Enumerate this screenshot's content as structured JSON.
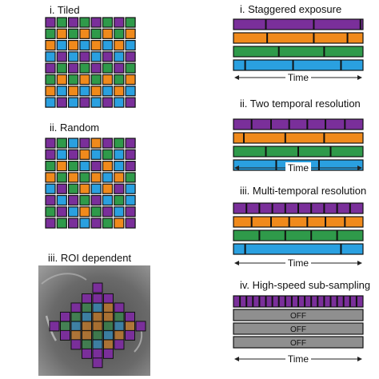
{
  "palette": {
    "purple": "#7a2f9a",
    "green": "#2f9a4a",
    "orange": "#f08a1c",
    "blue": "#2aa0e0",
    "gray": "#8f8f8f",
    "cell_border": "#111111"
  },
  "panels": {
    "tiled": {
      "label": "i. Tiled",
      "rows": [
        [
          "purple",
          "green",
          "purple",
          "green",
          "purple",
          "green",
          "purple",
          "green"
        ],
        [
          "green",
          "orange",
          "green",
          "orange",
          "green",
          "orange",
          "green",
          "orange"
        ],
        [
          "orange",
          "blue",
          "orange",
          "blue",
          "orange",
          "blue",
          "orange",
          "blue"
        ],
        [
          "blue",
          "purple",
          "blue",
          "purple",
          "blue",
          "purple",
          "blue",
          "purple"
        ],
        [
          "purple",
          "green",
          "purple",
          "green",
          "purple",
          "green",
          "purple",
          "green"
        ],
        [
          "green",
          "orange",
          "green",
          "orange",
          "green",
          "orange",
          "green",
          "orange"
        ],
        [
          "orange",
          "blue",
          "orange",
          "blue",
          "orange",
          "blue",
          "orange",
          "blue"
        ],
        [
          "blue",
          "purple",
          "blue",
          "purple",
          "blue",
          "purple",
          "blue",
          "purple"
        ]
      ]
    },
    "random": {
      "label": "ii. Random",
      "rows": [
        [
          "purple",
          "green",
          "blue",
          "purple",
          "orange",
          "purple",
          "green",
          "purple"
        ],
        [
          "purple",
          "blue",
          "purple",
          "orange",
          "blue",
          "green",
          "blue",
          "purple"
        ],
        [
          "green",
          "orange",
          "green",
          "blue",
          "purple",
          "orange",
          "blue",
          "purple"
        ],
        [
          "orange",
          "green",
          "orange",
          "green",
          "orange",
          "blue",
          "orange",
          "green"
        ],
        [
          "blue",
          "purple",
          "green",
          "orange",
          "blue",
          "orange",
          "purple",
          "blue"
        ],
        [
          "purple",
          "blue",
          "purple",
          "green",
          "purple",
          "blue",
          "green",
          "blue"
        ],
        [
          "green",
          "purple",
          "blue",
          "orange",
          "green",
          "purple",
          "blue",
          "purple"
        ],
        [
          "purple",
          "green",
          "purple",
          "blue",
          "purple",
          "green",
          "orange",
          "purple"
        ]
      ]
    },
    "roi": {
      "label": "iii. ROI dependent"
    }
  },
  "timing": {
    "time_label": "Time",
    "off_label": "OFF",
    "staggered": {
      "label": "i. Staggered exposure",
      "bars": [
        {
          "color": "purple",
          "ticks": [
            0.25,
            0.62,
            0.98
          ]
        },
        {
          "color": "orange",
          "ticks": [
            0.26,
            0.62,
            0.88
          ]
        },
        {
          "color": "green",
          "ticks": [
            0.35,
            0.7
          ]
        },
        {
          "color": "blue",
          "ticks": [
            0.09,
            0.46,
            0.83
          ]
        }
      ]
    },
    "two_temporal": {
      "label": "ii. Two temporal resolution",
      "bars": [
        {
          "color": "purple",
          "ticks": [
            0.14,
            0.29,
            0.43,
            0.57,
            0.71,
            0.86
          ]
        },
        {
          "color": "orange",
          "ticks": [
            0.08,
            0.4,
            0.7
          ]
        },
        {
          "color": "green",
          "ticks": [
            0.25,
            0.5,
            0.75
          ]
        },
        {
          "color": "blue",
          "ticks": [
            0.33,
            0.66
          ]
        }
      ]
    },
    "multi_temporal": {
      "label": "iii. Multi-temporal resolution",
      "bars": [
        {
          "color": "purple",
          "ticks": [
            0.1,
            0.2,
            0.3,
            0.4,
            0.5,
            0.6,
            0.7,
            0.8,
            0.9
          ]
        },
        {
          "color": "orange",
          "ticks": [
            0.14,
            0.29,
            0.43,
            0.57,
            0.71,
            0.86
          ]
        },
        {
          "color": "green",
          "ticks": [
            0.2,
            0.4,
            0.6,
            0.8
          ]
        },
        {
          "color": "blue",
          "ticks": [
            0.09,
            0.83
          ]
        }
      ]
    },
    "high_speed": {
      "label": "iv. High-speed sub-sampling",
      "bars": [
        {
          "color": "purple",
          "ticks": [
            0.05,
            0.1,
            0.15,
            0.2,
            0.25,
            0.3,
            0.35,
            0.4,
            0.45,
            0.5,
            0.55,
            0.6,
            0.65,
            0.7,
            0.75,
            0.8,
            0.85,
            0.9,
            0.95
          ],
          "off": false
        },
        {
          "color": "gray",
          "ticks": [],
          "off": true
        },
        {
          "color": "gray",
          "ticks": [],
          "off": true
        },
        {
          "color": "gray",
          "ticks": [],
          "off": true
        }
      ]
    }
  }
}
